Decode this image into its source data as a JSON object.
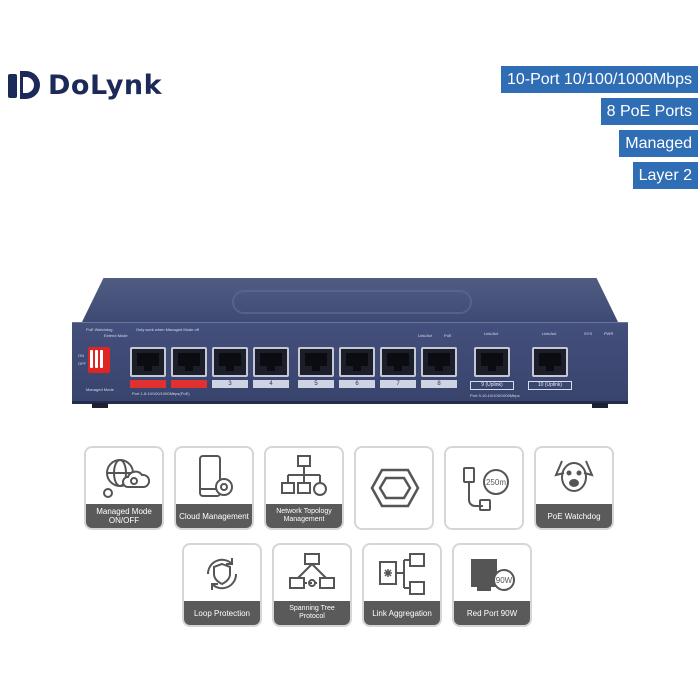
{
  "brand": {
    "name": "DoLynk"
  },
  "colors": {
    "tag_bg": "#2f6db4",
    "switch_body": "#3e4a72",
    "card_label_bg": "#5a5a5a",
    "accent_red": "#e02424"
  },
  "spec_tags": [
    "10-Port 10/100/1000Mbps",
    "8 PoE Ports",
    "Managed",
    "Layer 2"
  ],
  "device": {
    "top_left_label": "PoE Watchdog",
    "mode_note": "Only work when Managed Mode off",
    "extend_mode": "Extend Mode",
    "managed_mode": "Managed Mode",
    "dip_on": "ON",
    "dip_off": "OFF",
    "link_act": "Link/Act",
    "poe": "PoE",
    "sys": "SYS",
    "pwr": "PWR",
    "ports_label": "Port 1-8:10/100/1000Mbps(PoE)",
    "uplink_ports_label": "Port 9-10:10/100/1000Mbps",
    "port_numbers": [
      "3",
      "4",
      "5",
      "6",
      "7",
      "8"
    ],
    "uplink_9": "9 (Uplink)",
    "uplink_10": "10 (Uplink)"
  },
  "features": [
    {
      "label": "Managed Mode ON/OFF",
      "icon": "globe-cloud-icon"
    },
    {
      "label": "Cloud  Management",
      "icon": "phone-gear-icon"
    },
    {
      "label": "Network Topology Management",
      "icon": "topology-icon"
    },
    {
      "label": "",
      "icon": "hexagon-icon"
    },
    {
      "label": "",
      "icon": "cable-250m-icon",
      "badge": "250m"
    },
    {
      "label": "PoE Watchdog",
      "icon": "dog-icon"
    },
    {
      "label": "Loop Protection",
      "icon": "loop-shield-icon"
    },
    {
      "label": "Spanning Tree Protocol",
      "icon": "spanning-tree-icon"
    },
    {
      "label": "Link Aggregation",
      "icon": "link-aggregation-icon"
    },
    {
      "label": "Red Port 90W",
      "icon": "red-port-icon",
      "badge": "90W"
    }
  ]
}
